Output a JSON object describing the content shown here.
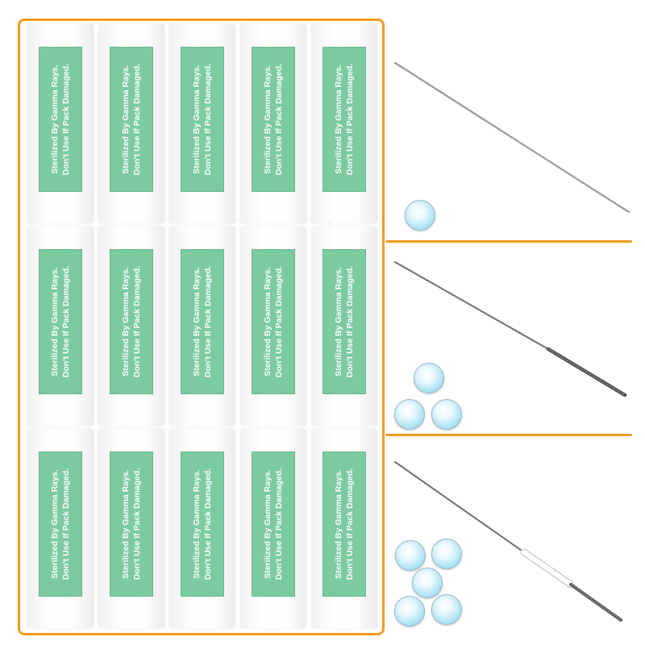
{
  "pack": {
    "label_line1": "Sterilized By Gamma Rays.",
    "label_line2": "Don't Use If Pack Damaged."
  },
  "layout": {
    "pack_rows": 3,
    "pack_cols": 5
  },
  "panels": [
    {
      "id": "needle-round-liner",
      "caps_shown": 1
    },
    {
      "id": "needle-three-caps",
      "caps_shown": 3
    },
    {
      "id": "needle-five-caps",
      "caps_shown": 5
    }
  ],
  "colors": {
    "frame_orange": "#f39c1e",
    "label_green": "#7ccaa0",
    "cap_blue": "#a8e2f4"
  }
}
